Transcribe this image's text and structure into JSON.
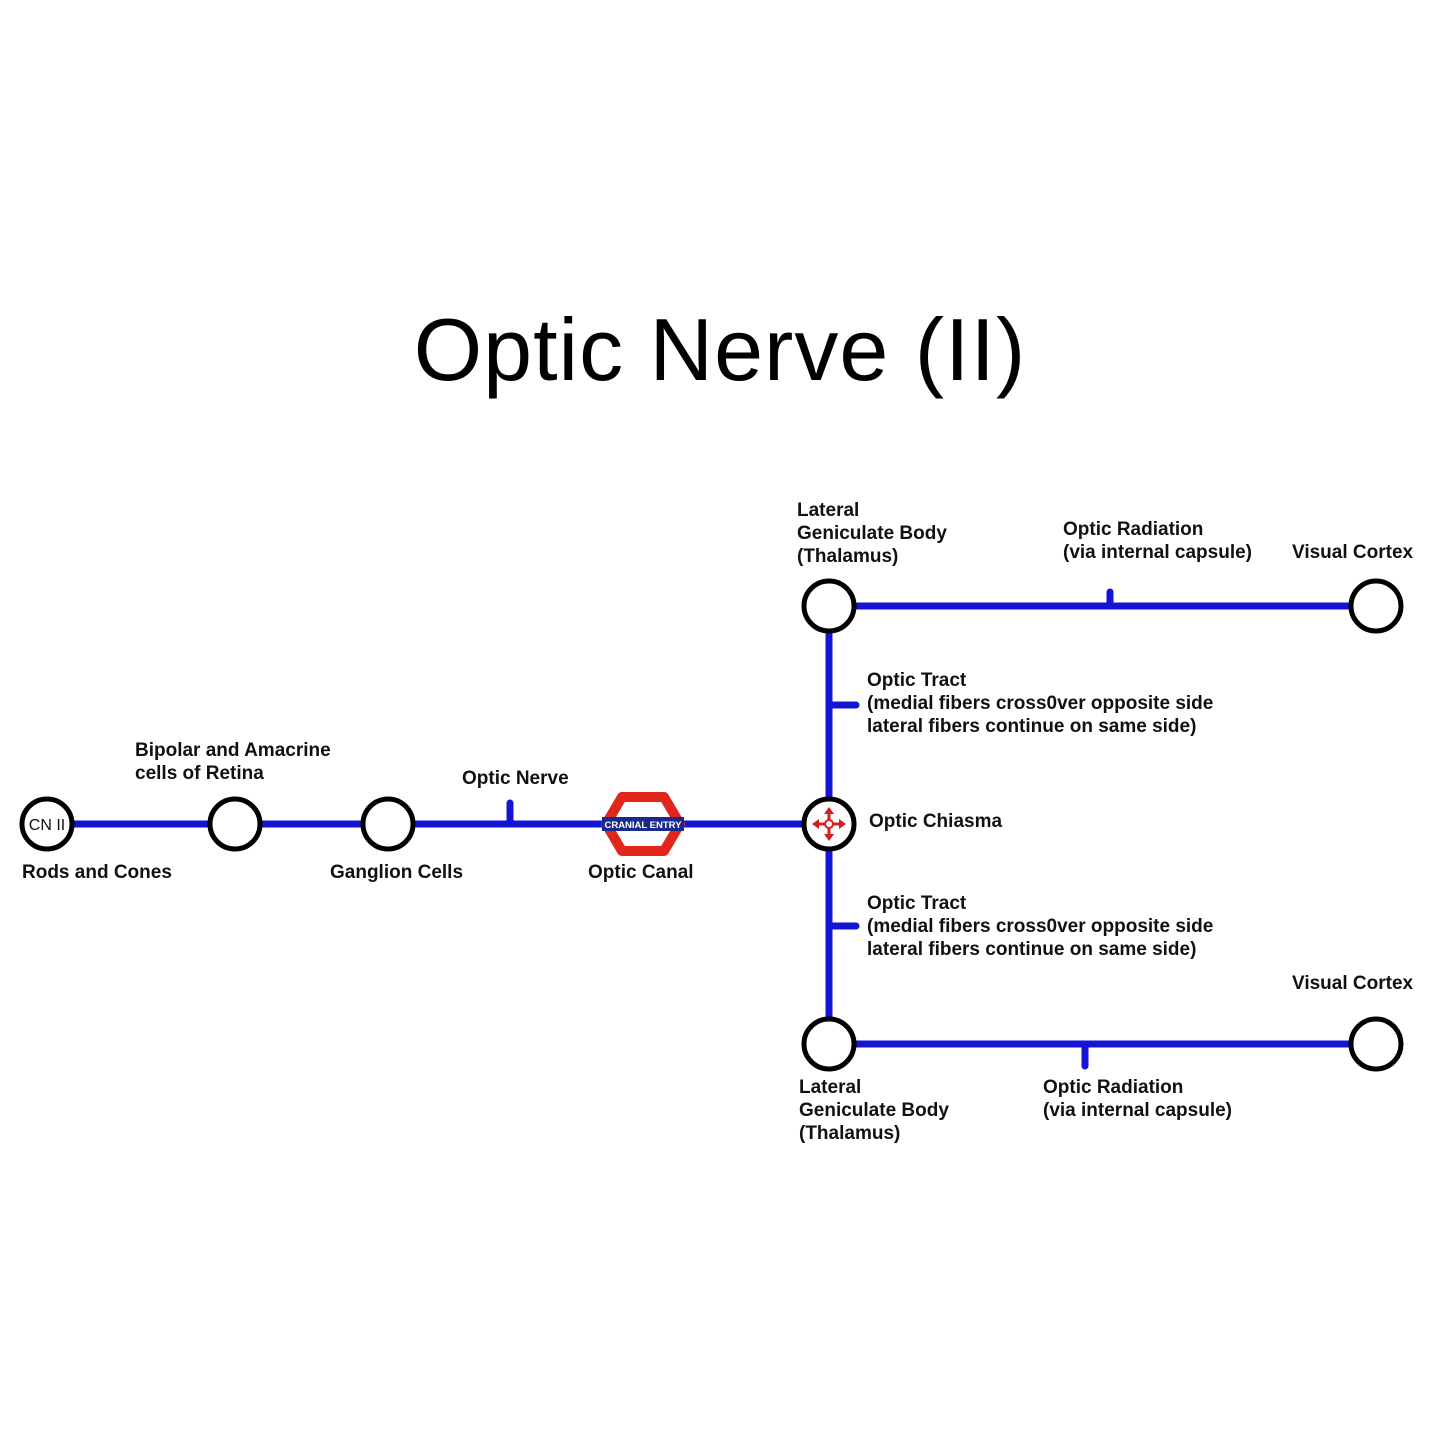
{
  "title": "Optic Nerve (II)",
  "colors": {
    "line": "#1414d6",
    "station_fill": "#ffffff",
    "station_stroke": "#000000",
    "entry_marker": "#e3261c",
    "entry_bar": "#1a2a8c",
    "chiasma_marker": "#d42020",
    "background": "#ffffff"
  },
  "stations": {
    "start_badge": "CN II",
    "rods_cones": "Rods and Cones",
    "bipolar": "Bipolar and Amacrine\ncells of Retina",
    "ganglion": "Ganglion Cells",
    "optic_nerve": "Optic Nerve",
    "optic_canal": "Optic Canal",
    "cranial_entry": "CRANIAL ENTRY",
    "chiasma": "Optic Chiasma",
    "tract_upper": "Optic Tract\n(medial fibers cross0ver opposite side\nlateral fibers continue on same side)",
    "tract_lower": "Optic Tract\n(medial fibers cross0ver opposite side\nlateral fibers continue on same side)",
    "lgb_upper": "Lateral\nGeniculate Body\n(Thalamus)",
    "lgb_lower": "Lateral\nGeniculate Body\n(Thalamus)",
    "radiation_upper": "Optic Radiation\n(via internal capsule)",
    "radiation_lower": "Optic Radiation\n(via internal capsule)",
    "cortex_upper": "Visual Cortex",
    "cortex_lower": "Visual Cortex"
  },
  "icons": {
    "entry_marker": "hexagon-roundel-icon",
    "chiasma_marker": "four-way-arrows-icon"
  }
}
